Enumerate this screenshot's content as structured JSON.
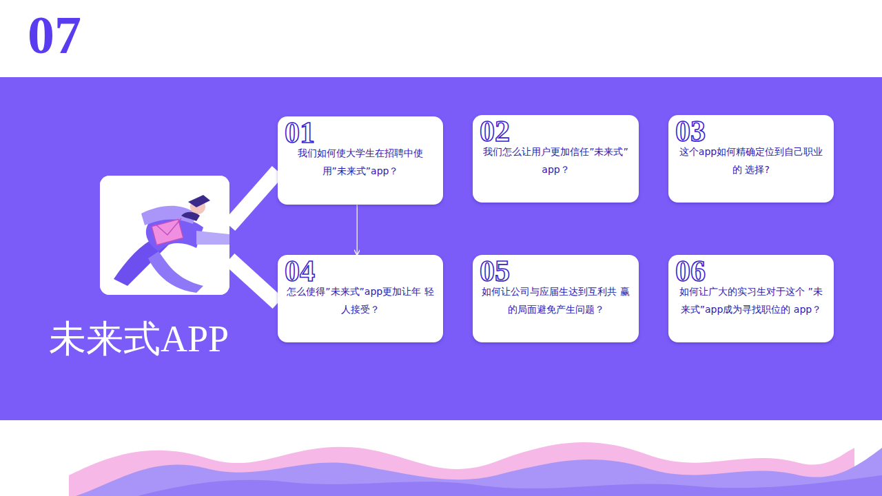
{
  "diagram": {
    "nodes": [
      {
        "text": [
          "未来式APP"
        ]
      },
      {
        "text": [
          "01",
          "我们如何使大学生在招聘中使 用”未来式”app？"
        ]
      },
      {
        "text": [
          "02",
          "我们怎么让用户更加信任”未来式” app？"
        ]
      },
      {
        "text": [
          "03",
          "这个app如何精确定位到自己职业 的 选择?"
        ]
      },
      {
        "text": [
          "04",
          "怎么使得”未来式”app更加让年 轻人接受？"
        ]
      },
      {
        "text": [
          "05",
          "如何让公司与应届生达到互利共 赢的局面避免产生问题？"
        ]
      },
      {
        "text": [
          "06",
          "如何让广大的实习生对于这个 ”未来式”app成为寻找职位的 app？"
        ]
      }
    ],
    "edges": [
      {
        "from": 0,
        "to": 1,
        "arrow": "none"
      },
      {
        "from": 0,
        "to": 4,
        "arrow": "none"
      },
      {
        "from": 1,
        "to": 4,
        "arrow": "to"
      }
    ],
    "labels": [
      "07"
    ]
  }
}
